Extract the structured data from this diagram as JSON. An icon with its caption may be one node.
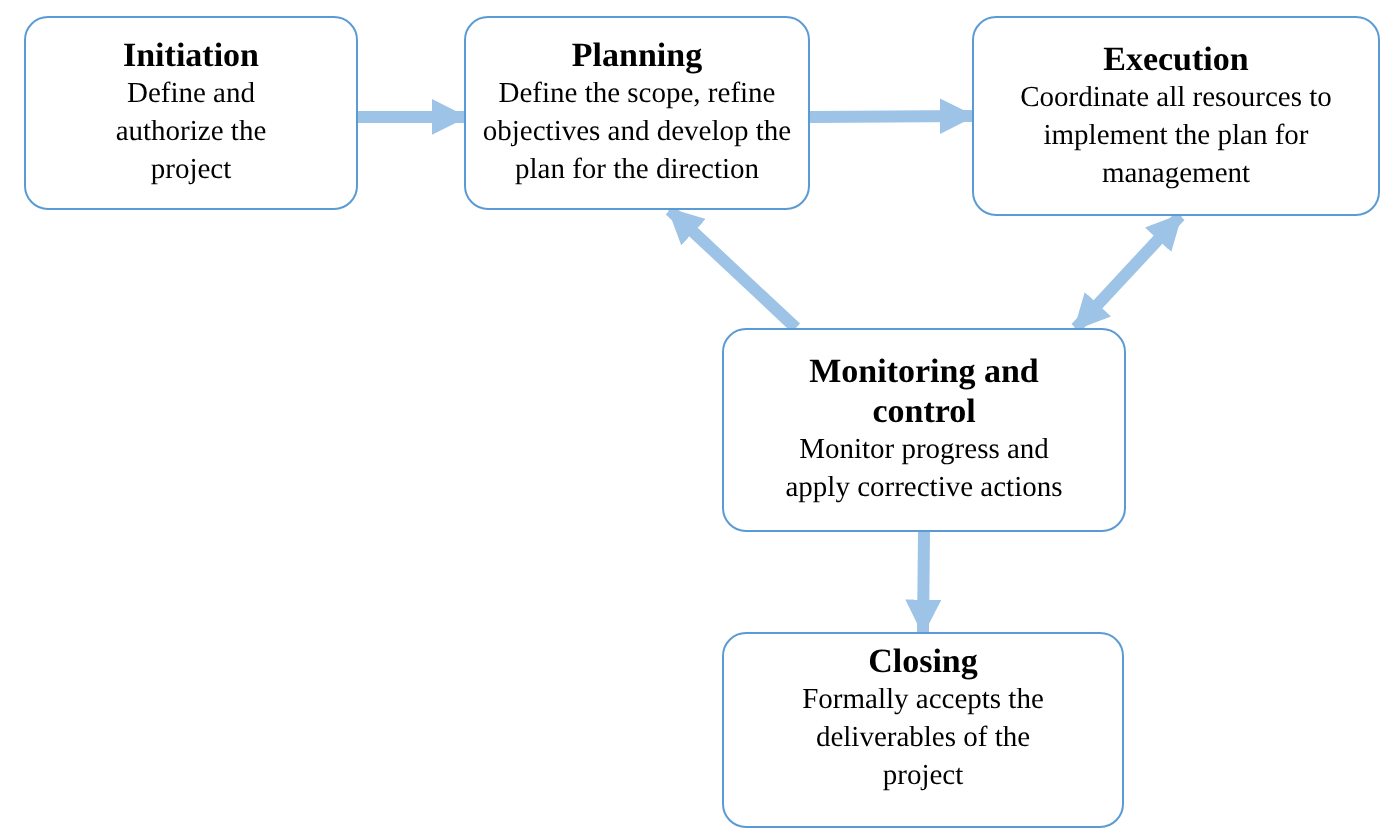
{
  "diagram": {
    "nodes": [
      {
        "text": [
          "Initiation",
          "Define and authorize the project"
        ]
      },
      {
        "text": [
          "Planning",
          "Define the scope, refine objectives and develop the plan for the direction"
        ]
      },
      {
        "text": [
          "Execution",
          "Coordinate all resources to implement the plan for management"
        ]
      },
      {
        "text": [
          "Monitoring and control",
          "Monitor progress and apply corrective actions"
        ]
      },
      {
        "text": [
          "Closing",
          "Formally accepts the deliverables of the project"
        ]
      }
    ],
    "edges": [
      {
        "from": 0,
        "to": 1,
        "arrow": "to"
      },
      {
        "from": 1,
        "to": 2,
        "arrow": "to"
      },
      {
        "from": 3,
        "to": 1,
        "arrow": "to"
      },
      {
        "from": 2,
        "to": 3,
        "arrow": "both"
      },
      {
        "from": 3,
        "to": 4,
        "arrow": "to"
      }
    ]
  }
}
